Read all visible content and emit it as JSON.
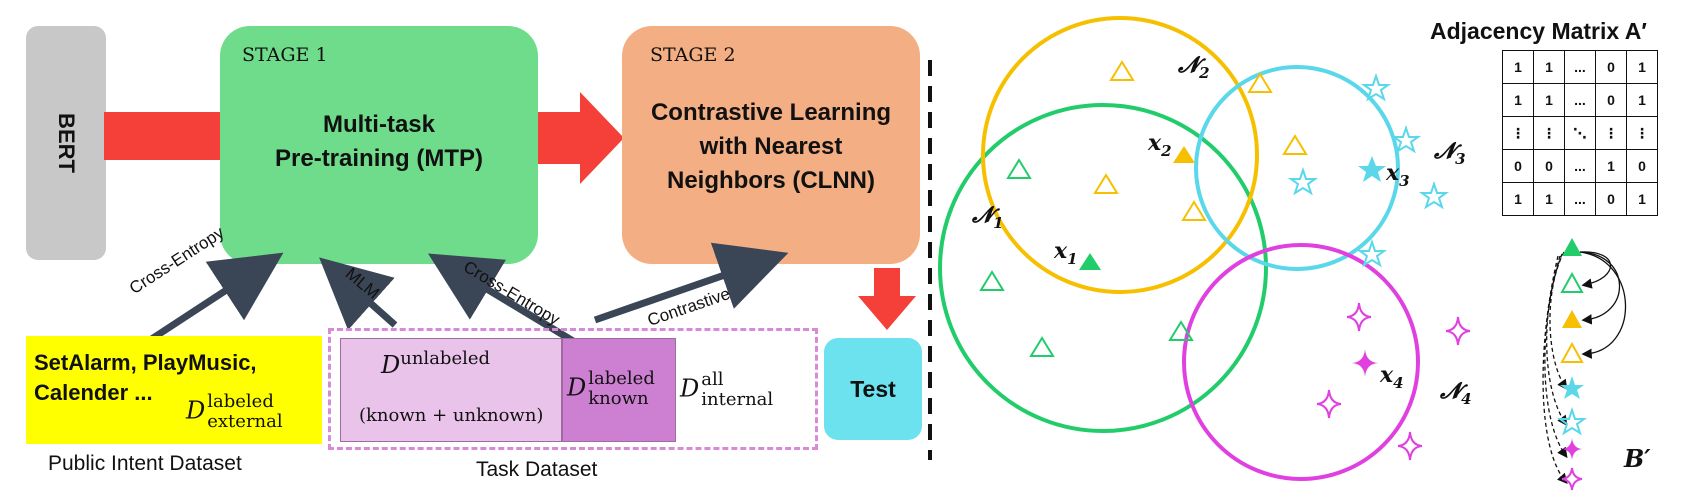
{
  "bert": {
    "label": "BERT"
  },
  "stage1": {
    "tag": "STAGE 1",
    "title_line1": "Multi-task",
    "title_line2": "Pre-training (MTP)"
  },
  "stage2": {
    "tag": "STAGE 2",
    "title_line1": "Contrastive Learning",
    "title_line2": "with Nearest",
    "title_line3": "Neighbors (CLNN)"
  },
  "arrows": {
    "cross_entropy_1": "Cross-Entropy",
    "mlm": "MLM",
    "cross_entropy_2": "Cross-Entropy",
    "contrastive": "Contrastive"
  },
  "public_dataset": {
    "line1": "SetAlarm, PlayMusic,",
    "line2": "Calender ...",
    "symbol": "D",
    "sup": "labeled",
    "sub": "external",
    "caption": "Public Intent Dataset"
  },
  "task_dataset": {
    "unlabeled_symbol": "D",
    "unlabeled_sup": "unlabeled",
    "unlabeled_note": "(known + unknown)",
    "known_symbol": "D",
    "known_sup": "labeled",
    "known_sub": "known",
    "all_symbol": "D",
    "all_sup": "all",
    "all_sub": "internal",
    "caption": "Task Dataset"
  },
  "test": {
    "label": "Test"
  },
  "neighborhoods": {
    "n1": "N1",
    "n2": "N2",
    "n3": "N3",
    "n4": "N4",
    "x1": "x1",
    "x2": "x2",
    "x3": "x3",
    "x4": "x4"
  },
  "adjacency": {
    "title": "Adjacency Matrix A′",
    "rows": [
      [
        "1",
        "1",
        "...",
        "0",
        "1"
      ],
      [
        "1",
        "1",
        "...",
        "0",
        "1"
      ],
      [
        "⋮",
        "⋮",
        "⋱",
        "⋮",
        "⋮"
      ],
      [
        "0",
        "0",
        "...",
        "1",
        "0"
      ],
      [
        "1",
        "1",
        "...",
        "0",
        "1"
      ]
    ]
  },
  "batch": {
    "label": "B′"
  },
  "colors": {
    "green": "#22cc6a",
    "yellow": "#f6c000",
    "cyan": "#5ad8ea",
    "magenta": "#e040e0",
    "red_arrow": "#f5403a",
    "stage1_fill": "#6edc8a",
    "stage2_fill": "#f3ae84",
    "bert_fill": "#c8c8c8",
    "public_fill": "#ffff00",
    "unlabeled_fill": "#e9c3ea",
    "known_fill": "#cd7fd1",
    "test_fill": "#6ce2ee",
    "dark_arrow": "#3a4556"
  }
}
